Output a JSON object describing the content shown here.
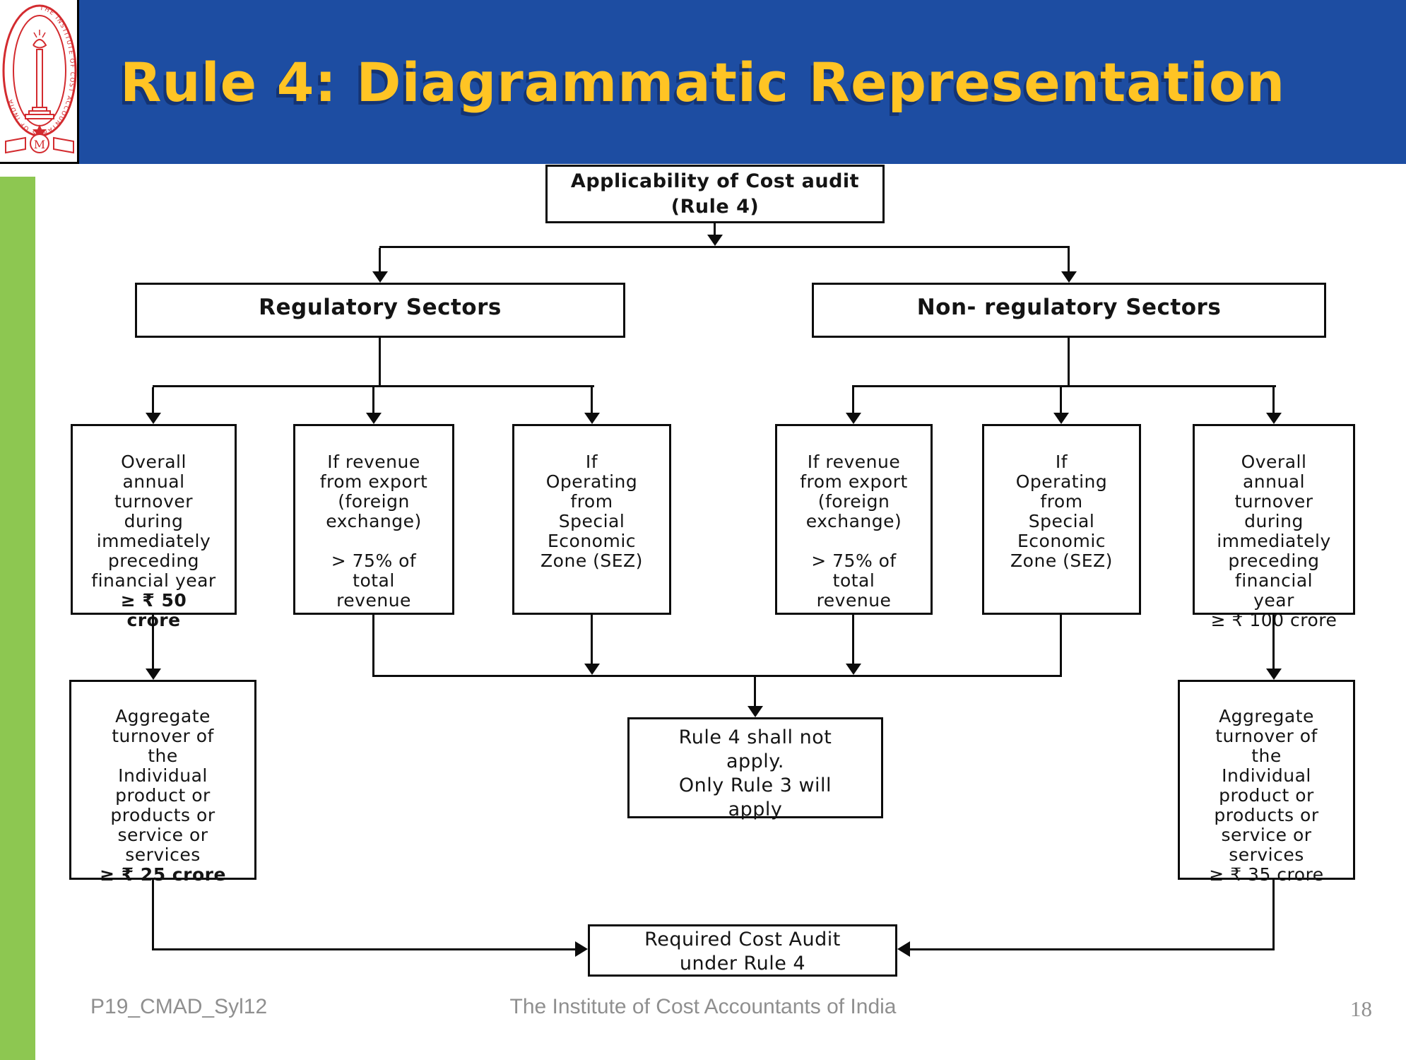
{
  "header": {
    "title": "Rule 4: Diagrammatic Representation",
    "logo_arc_text": "THE INSTITUTE OF COST ACCOUNTANTS OF INDIA",
    "logo_monogram": "M"
  },
  "colors": {
    "header_blue": "#1d4da2",
    "title_yellow": "#ffc424",
    "sidebar_green": "#8dc751",
    "logo_red": "#d32b2f",
    "footer_gray": "#8f8f8f",
    "line_black": "#0c0c0c"
  },
  "flowchart": {
    "root": "Applicability of Cost audit\n(Rule 4)",
    "branch_left": "Regulatory Sectors",
    "branch_right": "Non- regulatory Sectors",
    "conditions": [
      {
        "body": "Overall\nannual\nturnover\nduring\nimmediately\npreceding\nfinancial year",
        "threshold": "≥ ₹ 50\ncrore"
      },
      {
        "body": "If revenue\nfrom export\n(foreign\nexchange)\n\n> 75% of\ntotal\nrevenue"
      },
      {
        "body": "If\nOperating\nfrom\nSpecial\nEconomic\nZone (SEZ)"
      },
      {
        "body": "If revenue\nfrom export\n(foreign\nexchange)\n\n> 75% of\ntotal\nrevenue"
      },
      {
        "body": "If\nOperating\nfrom\nSpecial\nEconomic\nZone (SEZ)"
      },
      {
        "body": "Overall\nannual\nturnover\nduring\nimmediately\npreceding\nfinancial\nyear",
        "threshold": "≥ ₹ 100 crore"
      }
    ],
    "aggregates": {
      "left": {
        "body": "Aggregate\nturnover of\nthe\nIndividual\nproduct or\nproducts or\nservice or\nservices",
        "threshold": "≥ ₹ 25 crore"
      },
      "right": {
        "body": "Aggregate\nturnover of\nthe\nIndividual\nproduct or\nproducts or\nservice or\nservices",
        "threshold": "≥ ₹ 35 crore"
      }
    },
    "outcomes": {
      "rule3": "Rule 4 shall not\napply.\nOnly Rule 3 will\napply",
      "audit": "Required Cost Audit\nunder Rule 4"
    }
  },
  "footer": {
    "left": "P19_CMAD_Syl12",
    "center": "The Institute of Cost Accountants of India",
    "page": "18"
  }
}
